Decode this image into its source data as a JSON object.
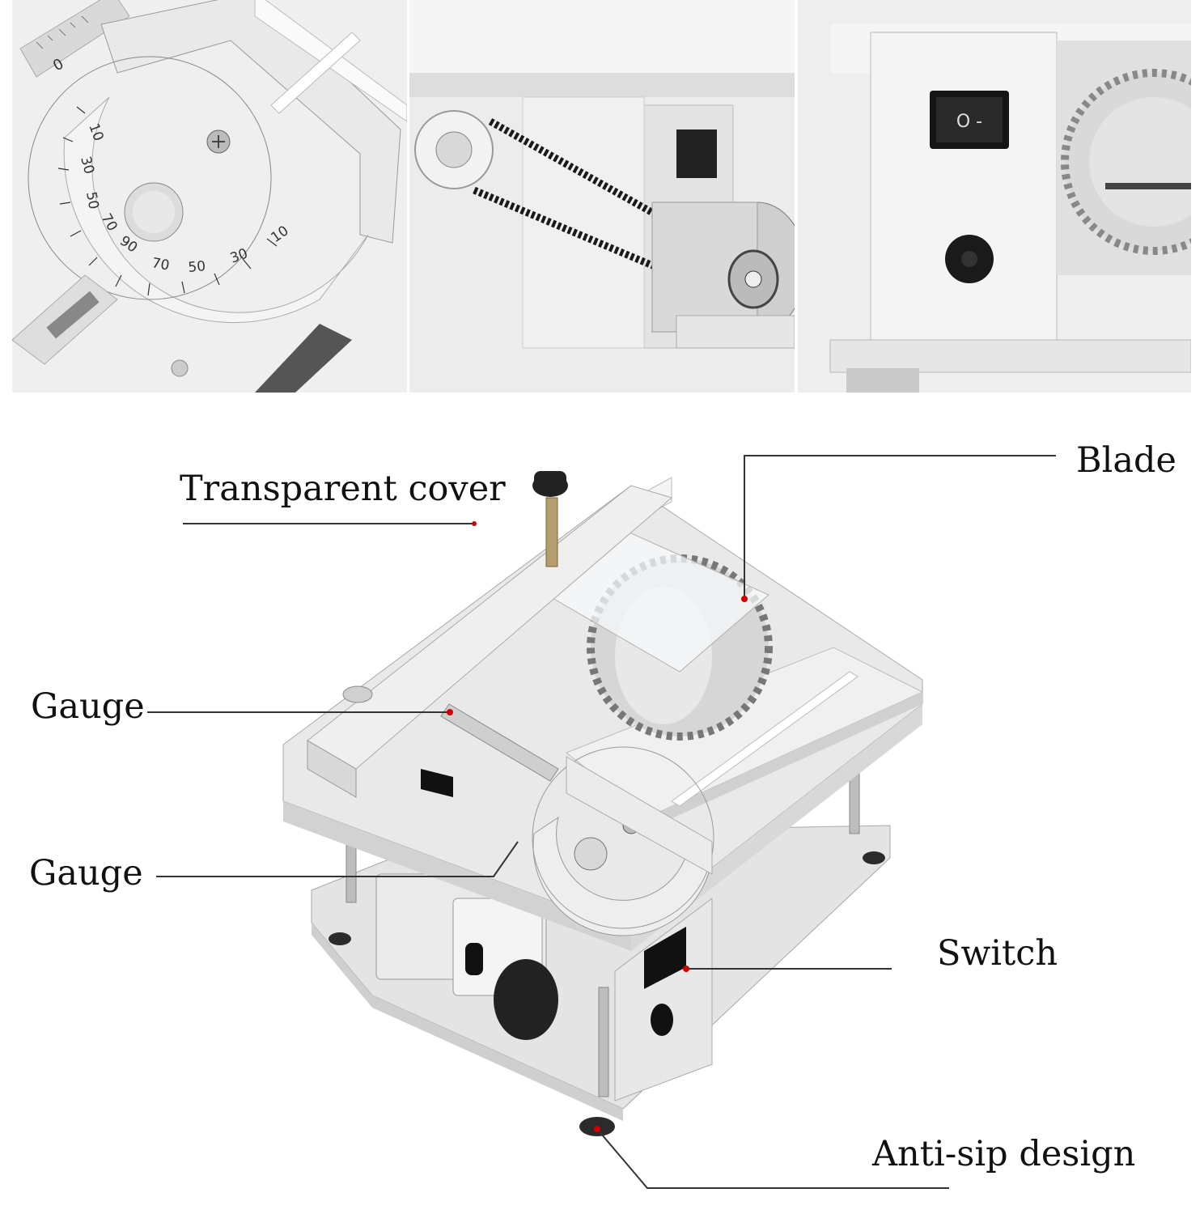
{
  "callouts": {
    "blade": "Blade",
    "transparent_cover": "Transparent cover",
    "gauge_top": "Gauge",
    "gauge_bottom": "Gauge",
    "switch": "Switch",
    "anti_sip": "Anti-sip design"
  },
  "protractor_marks": [
    "10",
    "30",
    "50",
    "70",
    "90",
    "70",
    "50",
    "30",
    "10"
  ],
  "ruler_marks": [
    "0"
  ],
  "switch_symbols": "O -",
  "colors": {
    "leader_line": "#333333",
    "marker_dot": "#d40000",
    "machine_body": "#e6e6e6"
  }
}
